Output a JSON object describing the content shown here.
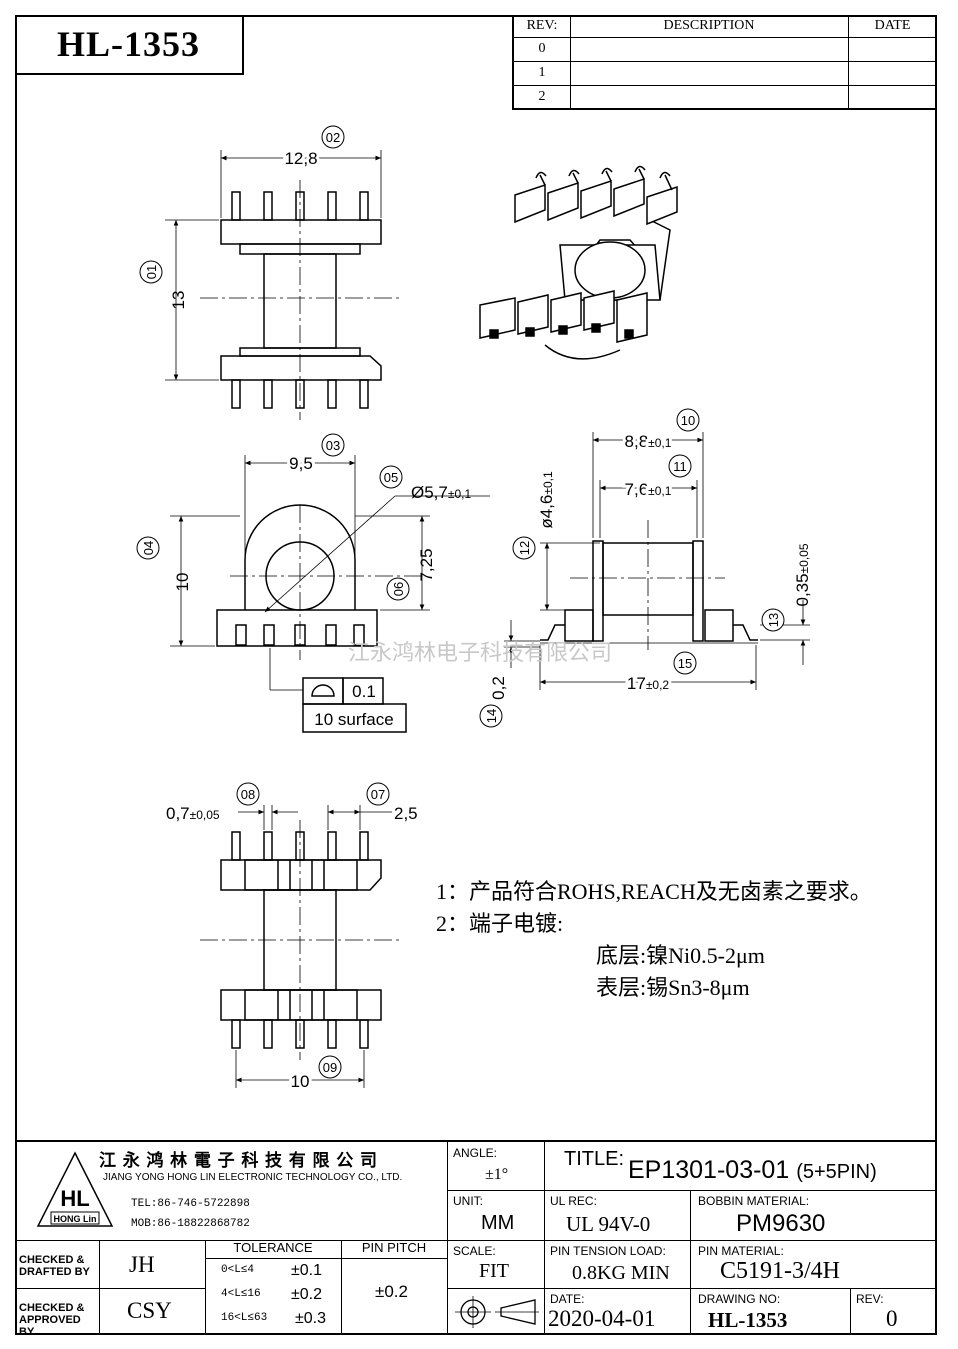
{
  "header": {
    "part_code": "HL-1353"
  },
  "revision_table": {
    "headers": [
      "REV:",
      "DESCRIPTION",
      "DATE"
    ],
    "rows": [
      {
        "rev": "0",
        "description": "",
        "date": ""
      },
      {
        "rev": "1",
        "description": "",
        "date": ""
      },
      {
        "rev": "2",
        "description": "",
        "date": ""
      }
    ]
  },
  "dimensions": {
    "top_width": "12,8",
    "top_height": "13",
    "front_width": "9,5",
    "front_height": "10",
    "bore_dia": "Ø5,7",
    "bore_dia_tol": "±0,1",
    "flange_h": "7,25",
    "side_outer": "8,8",
    "side_outer_tol": "±0,1",
    "side_inner": "7,6",
    "side_inner_tol": "±0,1",
    "core_dia": "ø4,6",
    "core_dia_tol": "±0,1",
    "pin_thk": "0,35",
    "pin_thk_tol": "±0,05",
    "standoff": "0,2",
    "span": "17",
    "span_tol": "±0,2",
    "pin_w": "0,7",
    "pin_w_tol": "±0,05",
    "pitch": "2,5",
    "row_span": "10",
    "flatness_value": "0.1",
    "flatness_note": "10 surface"
  },
  "balloons": [
    "01",
    "02",
    "03",
    "04",
    "05",
    "06",
    "07",
    "08",
    "09",
    "10",
    "11",
    "12",
    "13",
    "14",
    "15"
  ],
  "watermark": "江永鸿林电子科技有限公司",
  "notes": [
    "1：产品符合ROHS,REACH及无卤素之要求。",
    "2：端子电镀:",
    "底层:镍Ni0.5-2μm",
    "表层:锡Sn3-8μm"
  ],
  "company": {
    "name_cn": "江 永 鸿 林 電 子 科 技 有 限 公 司",
    "name_en": "JIANG YONG HONG LIN ELECTRONIC TECHNOLOGY CO., LTD.",
    "logo_text": "HL",
    "logo_sub": "HONG Lin",
    "tel": "TEL:86-746-5722898",
    "mob": "MOB:86-18822868782"
  },
  "title_block": {
    "angle_label": "ANGLE:",
    "angle_value": "±1°",
    "title_label": "TITLE:",
    "title_value": "EP1301-03-01",
    "title_suffix": "(5+5PIN)",
    "unit_label": "UNIT:",
    "unit_value": "MM",
    "ul_label": "UL REC:",
    "ul_value": "UL 94V-0",
    "bobbin_label": "BOBBIN MATERIAL:",
    "bobbin_value": "PM9630",
    "checked_drafted": "CHECKED &\nDRAFTED BY",
    "drafted_value": "JH",
    "tolerance_label": "TOLERANCE",
    "tol_rows": [
      {
        "range": "0<L≤4",
        "value": "±0.1"
      },
      {
        "range": "4<L≤16",
        "value": "±0.2"
      },
      {
        "range": "16<L≤63",
        "value": "±0.3"
      }
    ],
    "pitch_label": "PIN PITCH",
    "pitch_value": "±0.2",
    "scale_label": "SCALE:",
    "scale_value": "FIT",
    "tension_label": "PIN TENSION LOAD:",
    "tension_value": "0.8KG MIN",
    "pin_material_label": "PIN MATERIAL:",
    "pin_material_value": "C5191-3/4H",
    "checked_approved": "CHECKED &\nAPPROVED BY",
    "approved_value": "CSY",
    "date_label": "DATE:",
    "date_value": "2020-04-01",
    "drawing_no_label": "DRAWING NO:",
    "drawing_no_value": "HL-1353",
    "rev_label": "REV:",
    "rev_value": "0"
  }
}
